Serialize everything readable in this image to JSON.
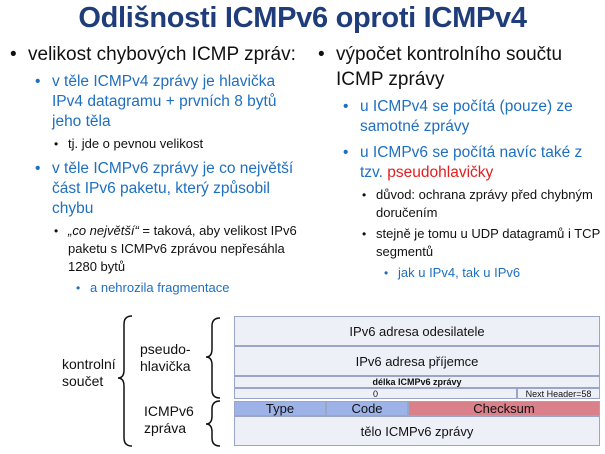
{
  "title": "Odlišnosti ICMPv6 oproti ICMPv4",
  "left": {
    "b1": "velikost chybových ICMP zpráv:",
    "b2a": "v těle ICMPv4 zprávy je hlavička IPv4 datagramu + prvních 8 bytů jeho těla",
    "b3a": "tj. jde o pevnou velikost",
    "b2b": "v těle ICMPv6 zprávy je co největší část IPv6 paketu, který způsobil chybu",
    "b3b_italic": "„co největší“",
    "b3b_rest": " = taková, aby velikost IPv6 paketu s ICMPv6 zprávou nepřesáhla 1280 bytů",
    "b4": "a nehrozila fragmentace"
  },
  "right": {
    "b1": "výpočet kontrolního součtu ICMP zprávy",
    "b2a": "u ICMPv4 se počítá (pouze) ze samotné zprávy",
    "b2b": "u ICMPv6 se počítá navíc také z tzv.",
    "b2b_red": "pseudohlavičky",
    "b3a": "důvod: ochrana zprávy před chybným doručením",
    "b3b": "stejně je tomu u UDP datagramů i TCP segmentů",
    "b4": "jak u IPv4, tak u IPv6"
  },
  "diagram": {
    "label_checksum": "kontrolní součet",
    "label_pseudo": "pseudo-hlavička",
    "label_icmp": "ICMPv6 zpráva",
    "src": "IPv6 adresa odesilatele",
    "dst": "IPv6 adresa příjemce",
    "len": "délka ICMPv6 zprávy",
    "zero": "0",
    "next_header": "Next Header=58",
    "type": "Type",
    "code": "Code",
    "checksum": "Checksum",
    "body": "tělo ICMPv6 zprávy"
  }
}
